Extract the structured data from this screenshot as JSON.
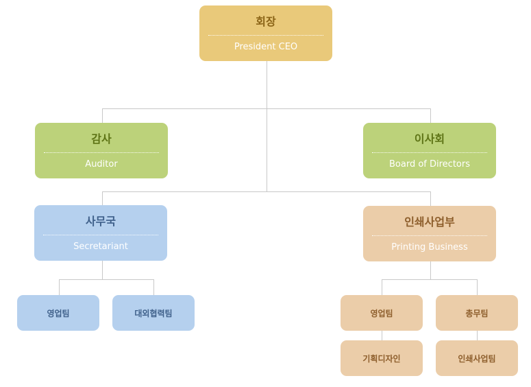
{
  "org_chart": {
    "ceo": {
      "ko": "회장",
      "en": "President CEO"
    },
    "auditor": {
      "ko": "감사",
      "en": "Auditor"
    },
    "board": {
      "ko": "이사회",
      "en": "Board of Directors"
    },
    "secretariat": {
      "ko": "사무국",
      "en": "Secretariant",
      "teams": [
        "영업팀",
        "대외협력팀"
      ]
    },
    "printing": {
      "ko": "인쇄사업부",
      "en": "Printing Business",
      "teams": [
        "영업팀",
        "총무팀",
        "기획디자인",
        "인쇄사업팀"
      ]
    }
  },
  "colors": {
    "ceo": "#e9c97a",
    "auditor_board": "#bcd27a",
    "secretariat": "#b5d0ee",
    "printing": "#ebcda9",
    "connector": "#c8c8c8"
  }
}
